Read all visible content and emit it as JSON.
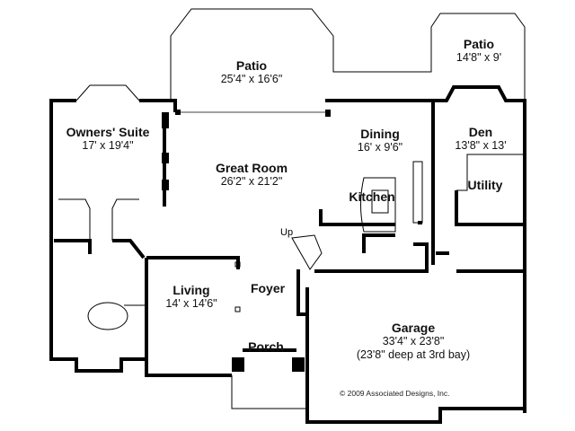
{
  "title": "Floor Plan",
  "rooms": {
    "patio_main": {
      "name": "Patio",
      "dims": "25'4\" x 16'6\""
    },
    "patio_den": {
      "name": "Patio",
      "dims": "14'8\" x 9'"
    },
    "owners_suite": {
      "name": "Owners' Suite",
      "dims": "17' x 19'4\""
    },
    "great_room": {
      "name": "Great Room",
      "dims": "26'2\" x 21'2\""
    },
    "dining": {
      "name": "Dining",
      "dims": "16' x 9'6\""
    },
    "den": {
      "name": "Den",
      "dims": "13'8\" x 13'"
    },
    "kitchen": {
      "name": "Kitchen"
    },
    "utility": {
      "name": "Utility"
    },
    "living": {
      "name": "Living",
      "dims": "14' x 14'6\""
    },
    "foyer": {
      "name": "Foyer"
    },
    "porch": {
      "name": "Porch"
    },
    "garage": {
      "name": "Garage",
      "dims": "33'4\" x 23'8\"",
      "note": "(23'8\" deep at 3rd bay)"
    }
  },
  "stairs_label": "Up",
  "copyright": "© 2009 Associated Designs, Inc."
}
